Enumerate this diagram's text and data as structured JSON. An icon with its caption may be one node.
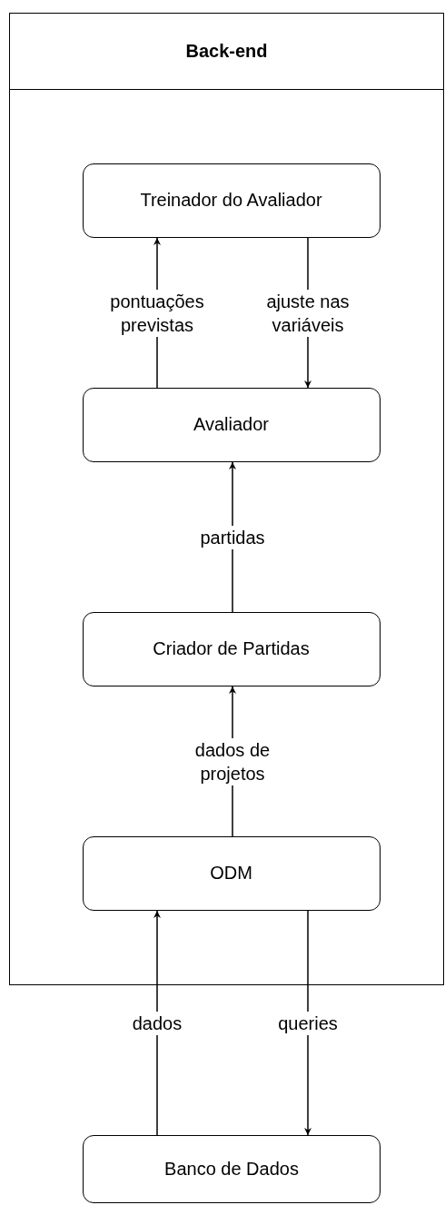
{
  "diagram": {
    "nodes": [
      {
        "text": [
          "Back-end"
        ]
      },
      {
        "text": [
          "Treinador do Avaliador"
        ],
        "in": 0
      },
      {
        "text": [
          "Avaliador"
        ],
        "in": 0
      },
      {
        "text": [
          "Criador de Partidas"
        ],
        "in": 0
      },
      {
        "text": [
          "ODM"
        ],
        "in": 0
      },
      {
        "text": [
          "Banco de Dados"
        ]
      }
    ],
    "edges": [
      {
        "from": 2,
        "to": 1,
        "arrow": "to",
        "label": "pontuações previstas"
      },
      {
        "from": 1,
        "to": 2,
        "arrow": "to",
        "label": "ajuste nas variáveis"
      },
      {
        "from": 3,
        "to": 2,
        "arrow": "to",
        "label": "partidas"
      },
      {
        "from": 4,
        "to": 3,
        "arrow": "to",
        "label": "dados de projetos"
      },
      {
        "from": 5,
        "to": 4,
        "arrow": "to",
        "label": "dados"
      },
      {
        "from": 4,
        "to": 5,
        "arrow": "to",
        "label": "queries"
      }
    ]
  }
}
